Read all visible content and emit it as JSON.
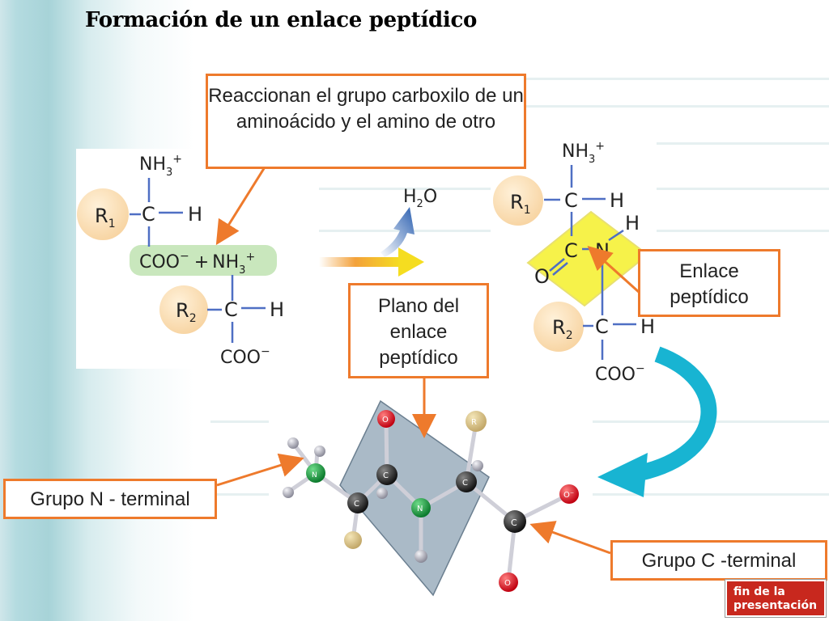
{
  "slide": {
    "title": "Formación de un enlace peptídico",
    "end_badge": {
      "line1": "fin de la",
      "line2": "presentación"
    }
  },
  "callouts": {
    "reaction": "Reaccionan el grupo carboxilo de un aminoácido y el amino de otro",
    "bond": "Enlace peptídico",
    "plane": "Plano del enlace peptídico",
    "n_terminal": "Grupo N - terminal",
    "c_terminal": "Grupo C -terminal"
  },
  "reactants": {
    "amino1": {
      "nh3": "NH",
      "sub": "3",
      "sup": "+",
      "r": "R",
      "r_sub": "1",
      "c": "C",
      "h": "H"
    },
    "junction": {
      "coo": "COO",
      "minus": "−",
      "plus": "+",
      "nh3": "NH",
      "sub": "3",
      "sup": "+"
    },
    "amino2": {
      "r": "R",
      "r_sub": "2",
      "c": "C",
      "h": "H",
      "coo": "COO",
      "minus": "−"
    }
  },
  "water": {
    "h": "H",
    "sub": "2",
    "o": "O"
  },
  "product": {
    "nh3": "NH",
    "sub": "3",
    "sup": "+",
    "r1": "R",
    "r1_sub": "1",
    "c1": "C",
    "h1": "H",
    "h_n": "H",
    "c_carbonyl": "C",
    "n": "N",
    "o": "O",
    "r2": "R",
    "r2_sub": "2",
    "c2": "C",
    "h2": "H",
    "coo": "COO",
    "minus": "−"
  },
  "model3d": {
    "atom_o": "O",
    "atom_c": "C",
    "atom_n": "N",
    "atom_r": "R",
    "o_minus": "O⁻"
  },
  "colors": {
    "callout_border": "#ee7a2c",
    "arrow_orange": "#ee7a2c",
    "r_circle": "#fbe0b8",
    "highlight_green": "#c9e7bd",
    "highlight_yellow": "#f6f24a",
    "bond_blue": "#4f6fc4",
    "plane_gray": "#8ea3b4",
    "curve_arrow_cyan": "#18b4d2",
    "badge_red": "#c8281e"
  }
}
